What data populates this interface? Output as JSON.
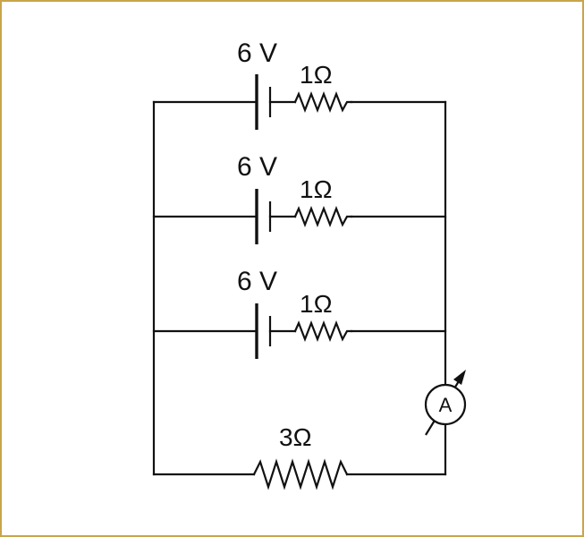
{
  "colors": {
    "frame_border": "#c9a44a",
    "ink": "#111111",
    "background": "#ffffff"
  },
  "branches": [
    {
      "voltage_label": "6 V",
      "resistor_label": "1Ω"
    },
    {
      "voltage_label": "6 V",
      "resistor_label": "1Ω"
    },
    {
      "voltage_label": "6 V",
      "resistor_label": "1Ω"
    }
  ],
  "load": {
    "resistor_label": "3Ω"
  },
  "ammeter": {
    "symbol": "A",
    "icon": "ammeter-icon"
  }
}
